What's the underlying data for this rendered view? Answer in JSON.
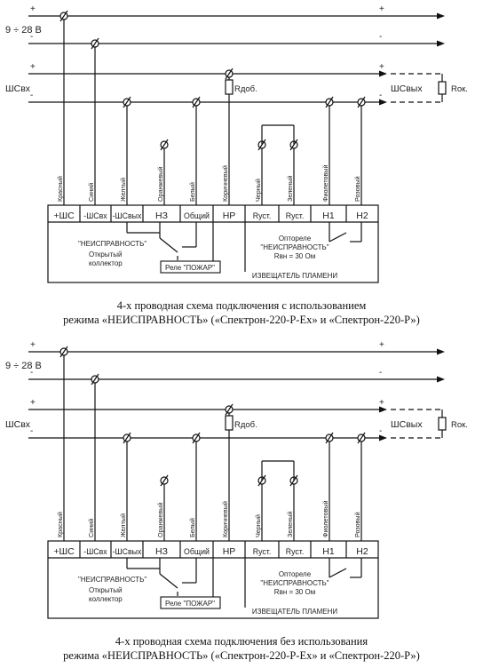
{
  "diagrams": [
    {
      "supply_label": "9 ÷ 28 В",
      "shs_in": "ШСвх",
      "shs_out": "ШСвых",
      "r_add": "Rдоб.",
      "r_end": "Rок.",
      "terminals": [
        "+ШС",
        "-ШСвх",
        "-ШСвых",
        "НЗ",
        "Общий",
        "НР",
        "Rуст.",
        "Rуст.",
        "Н1",
        "Н2"
      ],
      "wires": [
        "Красный",
        "Синий",
        "Желтый",
        "Оранжевый",
        "Белый",
        "Коричневый",
        "Черный",
        "Зеленый",
        "Фиолетовый",
        "Розовый"
      ],
      "fault_label": "\"НЕИСПРАВНОСТЬ\"",
      "open_collector_1": "Открытый",
      "open_collector_2": "коллектор",
      "relay_label": "Реле \"ПОЖАР\"",
      "optorelay_1": "Оптореле",
      "optorelay_2": "\"НЕИСПРАВНОСТЬ\"",
      "optorelay_3": "Rвн = 30 Ом",
      "detector_label": "ИЗВЕЩАТЕЛЬ ПЛАМЕНИ",
      "caption_line1": "4-х проводная схема подключения с использованием",
      "caption_line2": "режима «НЕИСПРАВНОСТЬ» («Спектрон-220-Р-Ex» и «Спектрон-220-Р»)"
    },
    {
      "supply_label": "9 ÷ 28 В",
      "shs_in": "ШСвх",
      "shs_out": "ШСвых",
      "r_add": "Rдоб.",
      "r_end": "Rок.",
      "terminals": [
        "+ШС",
        "-ШСвх",
        "-ШСвых",
        "НЗ",
        "Общий",
        "НР",
        "Rуст.",
        "Rуст.",
        "Н1",
        "Н2"
      ],
      "wires": [
        "Красный",
        "Синий",
        "Желтый",
        "Оранжевый",
        "Белый",
        "Коричневый",
        "Черный",
        "Зеленый",
        "Фиолетовый",
        "Розовый"
      ],
      "fault_label": "\"НЕИСПРАВНОСТЬ\"",
      "open_collector_1": "Открытый",
      "open_collector_2": "коллектор",
      "relay_label": "Реле \"ПОЖАР\"",
      "optorelay_1": "Оптореле",
      "optorelay_2": "\"НЕИСПРАВНОСТЬ\"",
      "optorelay_3": "Rвн = 30 Ом",
      "detector_label": "ИЗВЕЩАТЕЛЬ ПЛАМЕНИ",
      "caption_line1": "4-х проводная схема подключения без использования",
      "caption_line2": "режима «НЕИСПРАВНОСТЬ» («Спектрон-220-Р-Ex» и «Спектрон-220-Р»)"
    }
  ]
}
